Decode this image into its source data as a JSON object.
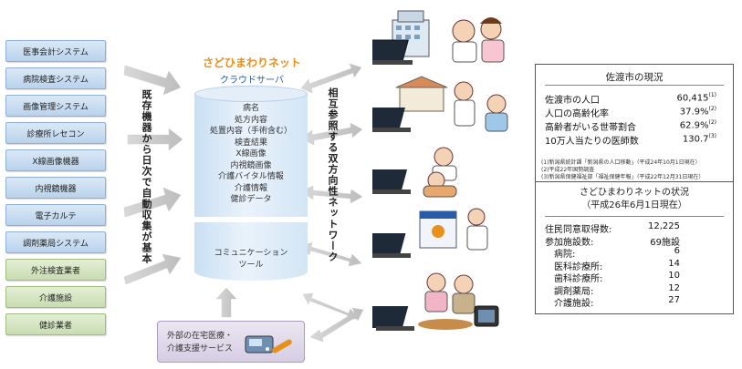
{
  "sources": [
    {
      "label": "医事会計システム",
      "kind": "blue"
    },
    {
      "label": "病院検査システム",
      "kind": "blue"
    },
    {
      "label": "画像管理システム",
      "kind": "blue"
    },
    {
      "label": "診療所レセコン",
      "kind": "blue"
    },
    {
      "label": "X線画像機器",
      "kind": "blue"
    },
    {
      "label": "内視鏡機器",
      "kind": "blue"
    },
    {
      "label": "電子カルテ",
      "kind": "blue"
    },
    {
      "label": "調剤薬局システム",
      "kind": "blue"
    },
    {
      "label": "外注検査業者",
      "kind": "green"
    },
    {
      "label": "介護施設",
      "kind": "green"
    },
    {
      "label": "健診業者",
      "kind": "green"
    }
  ],
  "left_caption": "既存機器から日次で自動収集が基本",
  "server": {
    "title": "さどひまわりネット",
    "subtitle": "クラウドサーバ",
    "items": [
      "病名",
      "処方内容",
      "処置内容（手術含む）",
      "検査結果",
      "X線画像",
      "内視鏡画像",
      "介護バイタル情報",
      "介護情報",
      "健診データ"
    ],
    "tool_line1": "コミュニケーション",
    "tool_line2": "ツール"
  },
  "right_caption": "相互参照する双方向性ネットワーク",
  "home_care": {
    "line1": "外部の在宅医療・",
    "line2": "介護支援サービス"
  },
  "status": {
    "title": "佐渡市の現況",
    "rows": [
      {
        "label": "佐渡市の人口",
        "value": "60,415",
        "ref": "(1)"
      },
      {
        "label": "人口の高齢化率",
        "value": "37.9%",
        "ref": "(2)"
      },
      {
        "label": "高齢者がいる世帯割合",
        "value": "62.9%",
        "ref": "(2)"
      },
      {
        "label": "10万人当たりの医師数",
        "value": "130.7",
        "ref": "(3)"
      }
    ],
    "notes": [
      "(1)新潟県統計課「新潟県の人口移動」（平成24年10月1日現在）",
      "(2)平成22年国勢調査",
      "(3)新潟県保健福祉部「福祉保健年報」（平成22年12月31日現在）"
    ]
  },
  "network_status": {
    "title": "さどひまわりネットの状況",
    "subtitle": "（平成26年6月1日現在）",
    "rows": [
      {
        "label": "住民同意取得数:",
        "value": "12,225"
      },
      {
        "label": "参加施設数:",
        "value": "69施設"
      },
      {
        "label": "病院:",
        "value": "6"
      },
      {
        "label": "医科診療所:",
        "value": "14"
      },
      {
        "label": "歯科診療所:",
        "value": "10"
      },
      {
        "label": "調剤薬局:",
        "value": "12"
      },
      {
        "label": "介護施設:",
        "value": "27"
      }
    ]
  },
  "colors": {
    "accent_orange": "#e8901a",
    "server_blue": "#2a5ba8",
    "panel_border": "#555555"
  }
}
